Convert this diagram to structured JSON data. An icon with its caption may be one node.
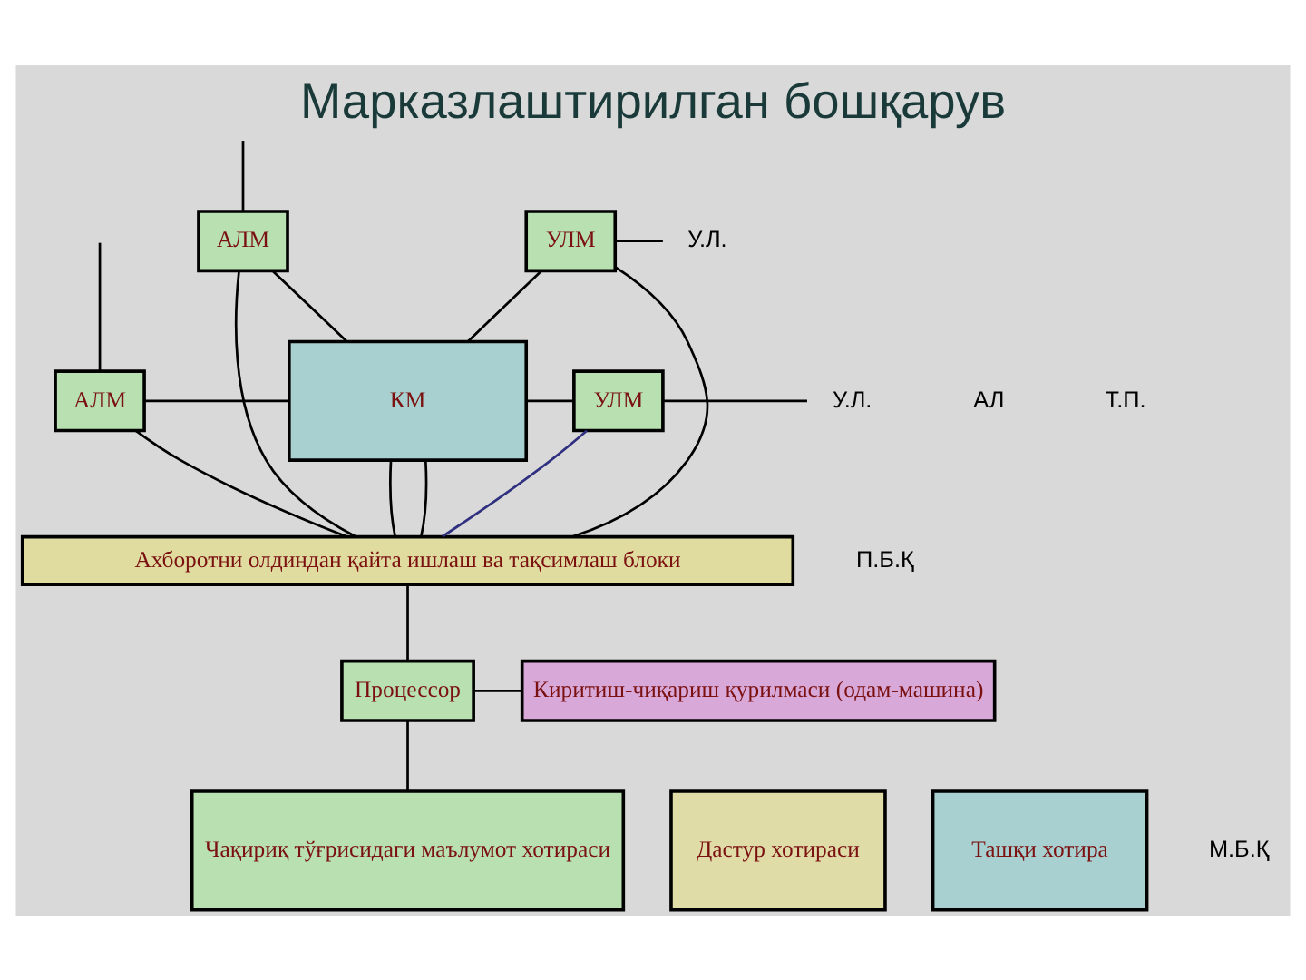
{
  "diagram": {
    "title": "Марказлаштирилган бошқарув",
    "nodes": [
      {
        "text": [
          "АЛМ"
        ]
      },
      {
        "text": [
          "АЛМ"
        ]
      },
      {
        "text": [
          "КМ"
        ]
      },
      {
        "text": [
          "УЛМ"
        ]
      },
      {
        "text": [
          "УЛМ"
        ]
      },
      {
        "text": [
          "У.Л."
        ]
      },
      {
        "text": [
          "У.Л."
        ]
      },
      {
        "text": [
          "Ахборотни олдиндан қайта ишлаш ва тақсимлаш блоки"
        ]
      },
      {
        "text": [
          "Процессор"
        ]
      },
      {
        "text": [
          "Киритиш-чиқариш қурилмаси (одам-машина)"
        ]
      },
      {
        "text": [
          "Дастур хотираси"
        ]
      },
      {
        "text": [
          "Чақириқ тўғрисидаги маълумот хотираси"
        ]
      },
      {
        "text": [
          "Ташқи хотира"
        ]
      }
    ],
    "edges": [
      {
        "from": null,
        "to": 0,
        "arrow": "none"
      },
      {
        "from": 0,
        "to": 2,
        "arrow": "none"
      },
      {
        "from": 2,
        "to": 3,
        "arrow": "none"
      },
      {
        "from": 3,
        "to": 5,
        "arrow": "none"
      },
      {
        "from": null,
        "to": 1,
        "arrow": "none"
      },
      {
        "from": 1,
        "to": 2,
        "arrow": "none"
      },
      {
        "from": 2,
        "to": 4,
        "arrow": "none"
      },
      {
        "from": 4,
        "to": 6,
        "arrow": "none"
      },
      {
        "from": 0,
        "to": 7,
        "arrow": "none"
      },
      {
        "from": 1,
        "to": 7,
        "arrow": "none"
      },
      {
        "from": 2,
        "to": 7,
        "arrow": "none"
      },
      {
        "from": 2,
        "to": 7,
        "arrow": "none"
      },
      {
        "from": 3,
        "to": 7,
        "arrow": "none",
        "color": "#303080"
      },
      {
        "from": 4,
        "to": 7,
        "arrow": "none"
      },
      {
        "from": 7,
        "to": 8,
        "arrow": "none"
      },
      {
        "from": 8,
        "to": 9,
        "arrow": "none"
      },
      {
        "from": 8,
        "to": 11,
        "arrow": "none"
      }
    ],
    "labels": [
      "АЛ",
      "Т.П.",
      "П.Б.Қ",
      "М.Б.Қ"
    ]
  }
}
